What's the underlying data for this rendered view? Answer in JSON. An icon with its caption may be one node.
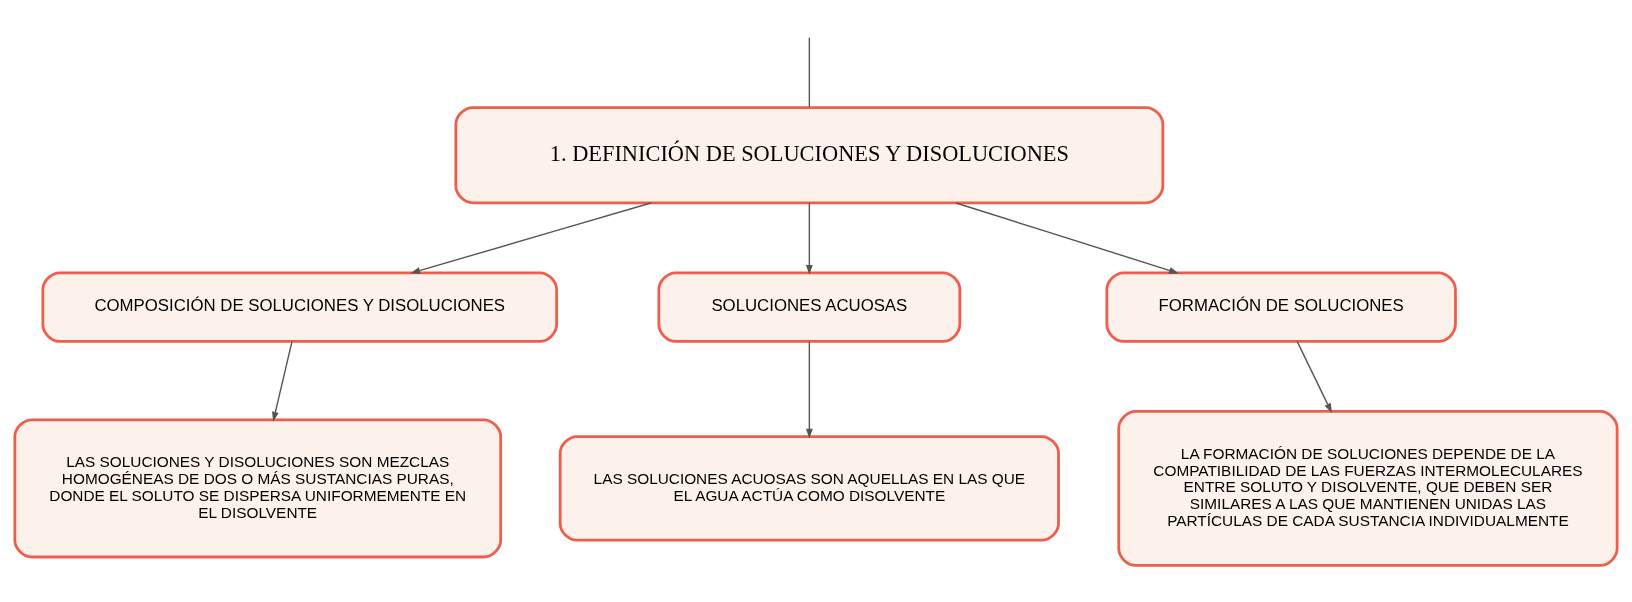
{
  "diagram": {
    "nodes": [
      {
        "text": [
          "1. DEFINICIÓN DE SOLUCIONES Y DISOLUCIONES"
        ]
      },
      {
        "text": [
          "COMPOSICIÓN DE SOLUCIONES Y DISOLUCIONES"
        ]
      },
      {
        "text": [
          "SOLUCIONES ACUOSAS"
        ]
      },
      {
        "text": [
          "FORMACIÓN DE SOLUCIONES"
        ]
      },
      {
        "text": [
          "LAS SOLUCIONES Y DISOLUCIONES SON MEZCLAS HOMOGÉNEAS DE DOS O MÁS SUSTANCIAS PURAS, DONDE EL SOLUTO SE DISPERSA UNIFORMEMENTE EN EL DISOLVENTE"
        ]
      },
      {
        "text": [
          "LAS SOLUCIONES ACUOSAS SON AQUELLAS EN LAS QUE EL AGUA ACTÚA COMO DISOLVENTE"
        ]
      },
      {
        "text": [
          "LA FORMACIÓN DE SOLUCIONES DEPENDE DE LA COMPATIBILIDAD DE LAS FUERZAS INTERMOLECULARES ENTRE SOLUTO Y DISOLVENTE, QUE DEBEN SER SIMILARES A LAS QUE MANTIENEN UNIDAS LAS PARTÍCULAS DE CADA SUSTANCIA INDIVIDUALMENTE"
        ]
      }
    ],
    "edges": [
      {
        "from": null,
        "to": 0,
        "arrow": "none"
      },
      {
        "from": 0,
        "to": 1,
        "arrow": "to"
      },
      {
        "from": 0,
        "to": 2,
        "arrow": "to"
      },
      {
        "from": 0,
        "to": 3,
        "arrow": "to"
      },
      {
        "from": 1,
        "to": 4,
        "arrow": "to"
      },
      {
        "from": 2,
        "to": 5,
        "arrow": "to"
      },
      {
        "from": 3,
        "to": 6,
        "arrow": "to"
      }
    ]
  }
}
